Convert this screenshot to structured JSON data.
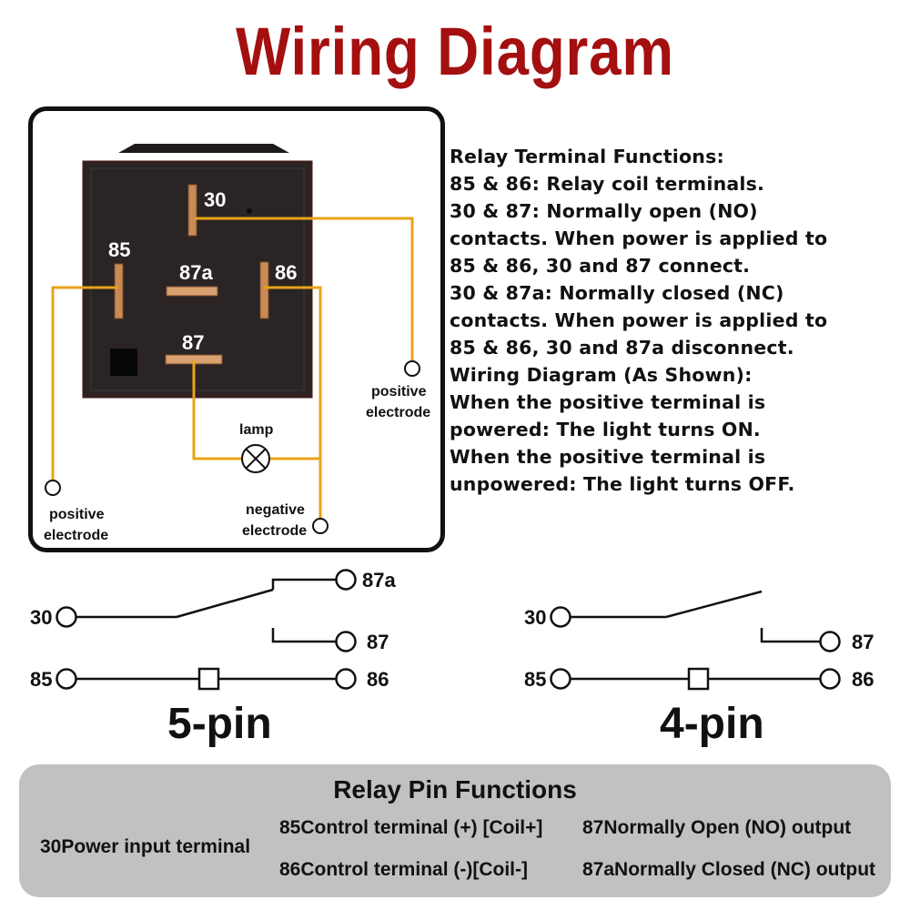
{
  "title": "Wiring Diagram",
  "relay": {
    "pin_labels": {
      "p30": "30",
      "p85": "85",
      "p87a": "87a",
      "p86": "86",
      "p87": "87"
    },
    "lamp_label": "lamp",
    "positive_left": [
      "positive",
      "electrode"
    ],
    "positive_right": [
      "positive",
      "electrode"
    ],
    "negative": [
      "negative",
      "electrode"
    ],
    "wire_color": "#e8a317",
    "body_color": "#2a2424"
  },
  "description": [
    "Relay Terminal Functions:",
    "85 & 86: Relay coil terminals.",
    "30 & 87: Normally open (NO)",
    "contacts. When power is applied to",
    "85 & 86, 30 and 87 connect.",
    "30 & 87a: Normally closed (NC)",
    "contacts. When power is applied to",
    "85 & 86, 30 and 87a disconnect.",
    "Wiring Diagram (As Shown):",
    "When the positive terminal is",
    "powered: The light turns ON.",
    "When the positive terminal is",
    "unpowered: The light turns OFF."
  ],
  "schematics": {
    "five_pin": {
      "title": "5-pin",
      "labels": {
        "p30": "30",
        "p85": "85",
        "p87a": "87a",
        "p87": "87",
        "p86": "86"
      }
    },
    "four_pin": {
      "title": "4-pin",
      "labels": {
        "p30": "30",
        "p85": "85",
        "p87": "87",
        "p86": "86"
      }
    }
  },
  "pin_functions": {
    "title": "Relay Pin Functions",
    "items": {
      "p30": "30Power input terminal",
      "p85": "85Control terminal (+) [Coil+]",
      "p86": "86Control terminal (-)[Coil-]",
      "p87": "87Normally Open (NO) output",
      "p87a": "87aNormally Closed (NC) output"
    },
    "panel_color": "#c1c1c1"
  }
}
